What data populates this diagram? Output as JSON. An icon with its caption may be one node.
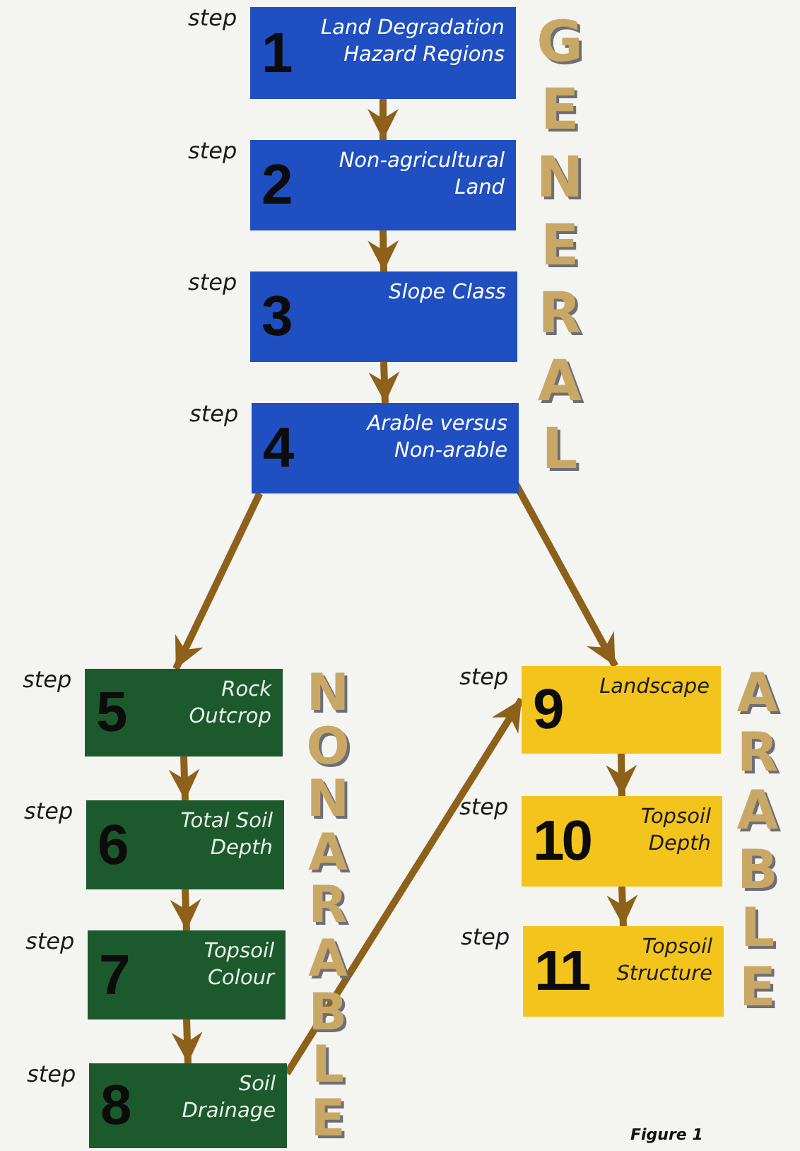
{
  "diagram": {
    "caption": "Figure 1",
    "nodes": [
      {
        "text": [
          "1",
          "Land Degradation Hazard Regions"
        ],
        "beside": [
          "step"
        ]
      },
      {
        "text": [
          "2",
          "Non-agricultural Land"
        ],
        "beside": [
          "step"
        ]
      },
      {
        "text": [
          "3",
          "Slope Class"
        ],
        "beside": [
          "step"
        ]
      },
      {
        "text": [
          "4",
          "Arable versus Non-arable"
        ],
        "beside": [
          "step"
        ]
      },
      {
        "text": [
          "5",
          "Rock Outcrop"
        ],
        "beside": [
          "step"
        ]
      },
      {
        "text": [
          "6",
          "Total Soil Depth"
        ],
        "beside": [
          "step"
        ]
      },
      {
        "text": [
          "7",
          "Topsoil Colour"
        ],
        "beside": [
          "step"
        ]
      },
      {
        "text": [
          "8",
          "Soil Drainage"
        ],
        "beside": [
          "step"
        ]
      },
      {
        "text": [
          "9",
          "Landscape"
        ],
        "beside": [
          "step"
        ]
      },
      {
        "text": [
          "10",
          "Topsoil Depth"
        ],
        "beside": [
          "step"
        ]
      },
      {
        "text": [
          "11",
          "Topsoil Structure"
        ],
        "beside": [
          "step"
        ]
      }
    ],
    "edges": [
      {
        "from": 0,
        "to": 1,
        "arrow": "to"
      },
      {
        "from": 1,
        "to": 2,
        "arrow": "to"
      },
      {
        "from": 2,
        "to": 3,
        "arrow": "to"
      },
      {
        "from": 3,
        "to": 4,
        "arrow": "to"
      },
      {
        "from": 3,
        "to": 8,
        "arrow": "to"
      },
      {
        "from": 4,
        "to": 5,
        "arrow": "to"
      },
      {
        "from": 5,
        "to": 6,
        "arrow": "to"
      },
      {
        "from": 6,
        "to": 7,
        "arrow": "to"
      },
      {
        "from": 7,
        "to": 8,
        "arrow": "to"
      },
      {
        "from": 8,
        "to": 9,
        "arrow": "to"
      },
      {
        "from": 9,
        "to": 10,
        "arrow": "to"
      }
    ],
    "labels": [
      "GENERAL",
      "NONARABLE",
      "ARABLE"
    ]
  }
}
